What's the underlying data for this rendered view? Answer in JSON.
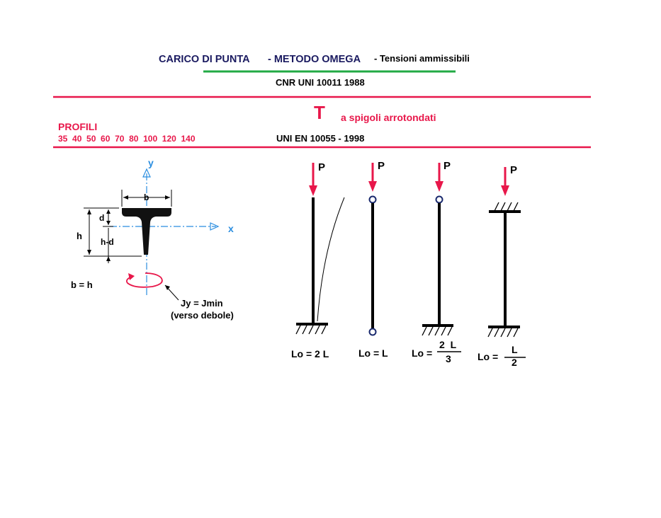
{
  "header": {
    "title_part1": "CARICO DI PUNTA",
    "title_part2": "- METODO  OMEGA",
    "title_part3": "- Tensioni ammissibili",
    "norm": "CNR UNI 10011 1988"
  },
  "profile": {
    "letter": "T",
    "description": "a spigoli arrotondati",
    "label": "PROFILI",
    "sizes": "35  40  50  60  70  80  100  120  140",
    "standard": "UNI EN 10055 - 1998"
  },
  "section": {
    "axis_y": "y",
    "axis_x": "x",
    "dim_b": "b",
    "dim_d": "d",
    "dim_h": "h",
    "dim_hd": "h-d",
    "eq_bh": "b = h",
    "inertia": "Jy = Jmin",
    "inertia_note": "(verso debole)"
  },
  "columns": [
    {
      "load": "P",
      "formula": "Lo = 2 L"
    },
    {
      "load": "P",
      "formula": "Lo = L"
    },
    {
      "load": "P",
      "formula_prefix": "Lo =",
      "numerator": "2  L",
      "denominator": "3"
    },
    {
      "load": "P",
      "formula_prefix": "Lo =",
      "numerator": "L",
      "denominator": "2"
    }
  ],
  "colors": {
    "title": "#1a1a60",
    "accent_red": "#e8174a",
    "green_line": "#22aa44",
    "axis_blue": "#2b8ee0",
    "hinge": "#1a2a6e"
  }
}
